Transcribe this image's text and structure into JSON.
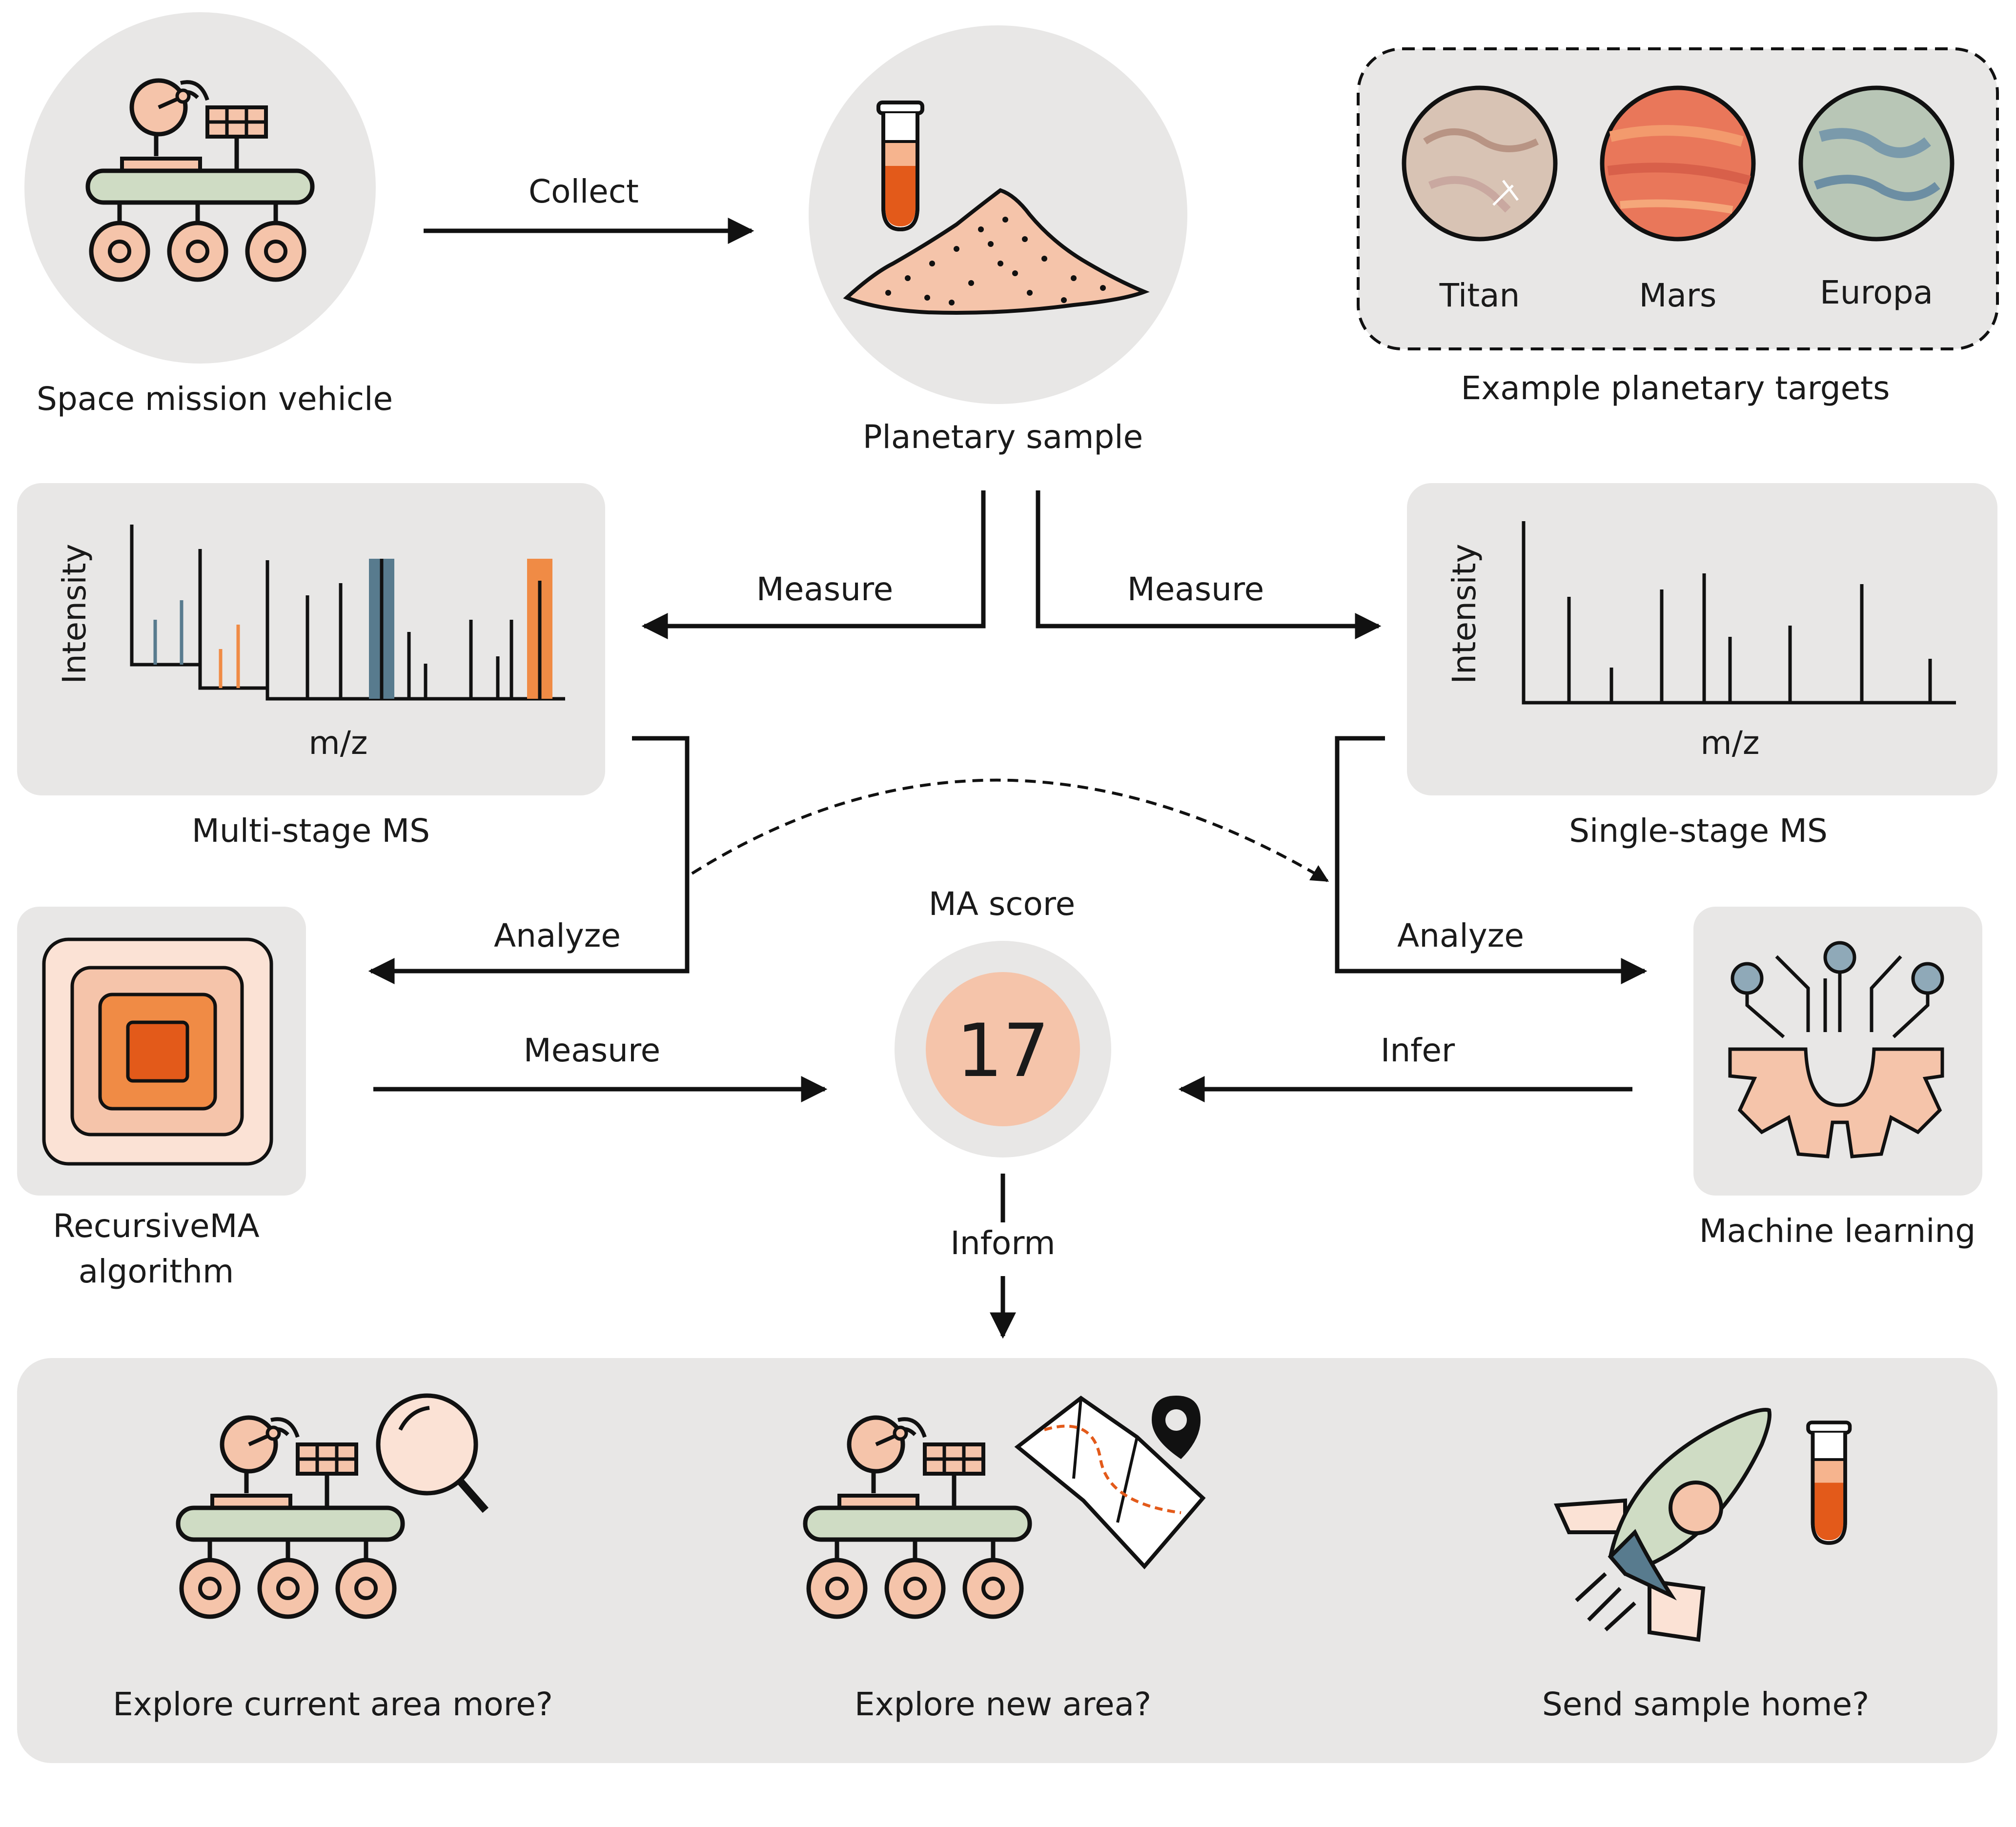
{
  "nodes": {
    "vehicle": "Space mission vehicle",
    "sample": "Planetary sample",
    "targets_caption": "Example planetary targets",
    "targets": [
      "Titan",
      "Mars",
      "Europa"
    ],
    "multi_ms": "Multi-stage MS",
    "single_ms": "Single-stage MS",
    "axis_intensity": "Intensity",
    "axis_mz": "m/z",
    "recursive_line1": "RecursiveMA",
    "recursive_line2": "algorithm",
    "ml": "Machine learning",
    "ma_score_label": "MA score",
    "ma_score_value": "17"
  },
  "edges": {
    "collect": "Collect",
    "measure_left": "Measure",
    "measure_right": "Measure",
    "analyze_left": "Analyze",
    "analyze_right": "Analyze",
    "measure_score": "Measure",
    "infer": "Infer",
    "inform": "Inform"
  },
  "decisions": [
    "Explore current area more?",
    "Explore new area?",
    "Send sample home?"
  ],
  "colors": {
    "panel": "#e8e7e6",
    "salmon": "#f5c4aa",
    "orange": "#f08b45",
    "dark_orange": "#e35a1a",
    "sage": "#cfdcc4",
    "slate": "#587b8e",
    "ink": "#111111"
  },
  "icons": [
    "rover-icon",
    "test-tube-icon",
    "sand-pile-icon",
    "planet-icon",
    "spectrum-icon",
    "nested-squares-icon",
    "neural-gear-icon",
    "magnifier-icon",
    "map-pin-icon",
    "rocket-icon"
  ]
}
